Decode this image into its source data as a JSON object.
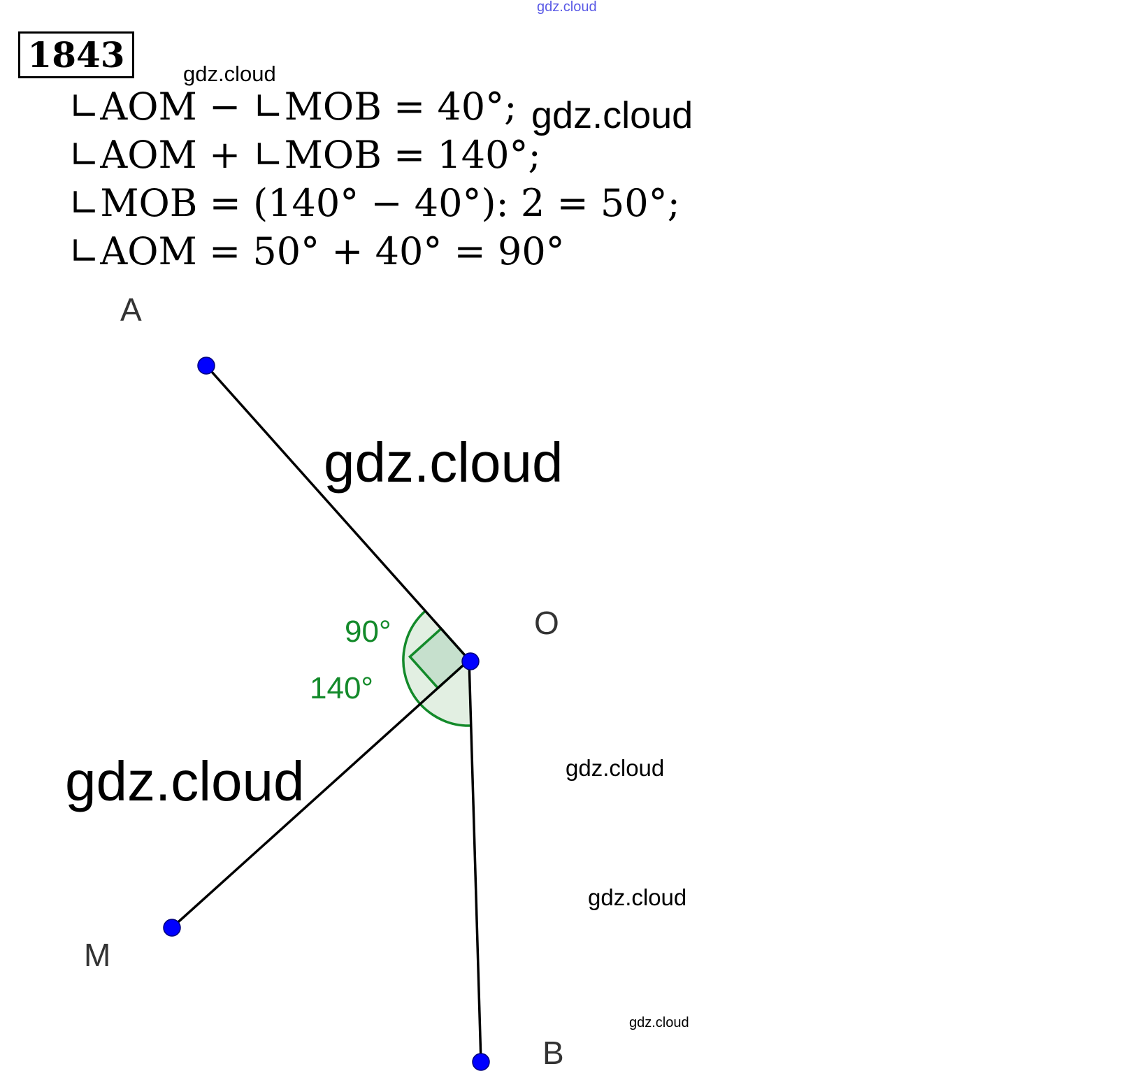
{
  "problem_number": "1843",
  "equations": [
    "∟AOM − ∟MOB = 40°;",
    "∟AOM + ∟MOB = 140°;",
    "∟MOB = (140° − 40°): 2 = 50°;",
    "∟AOM = 50° + 40° = 90°"
  ],
  "diagram": {
    "points": {
      "A": "A",
      "O": "O",
      "M": "M",
      "B": "B"
    },
    "angle_labels": {
      "AOM": "90°",
      "AOB": "140°"
    },
    "colors": {
      "point": "#0000ff",
      "angle": "#138a2a",
      "angle_fill": "#e2efe2",
      "right_fill": "#c6e0cd",
      "line": "#000000"
    }
  },
  "watermarks": [
    "gdz.cloud",
    "gdz.cloud",
    "gdz.cloud",
    "gdz.cloud",
    "gdz.cloud",
    "gdz.cloud",
    "gdz.cloud",
    "gdz.cloud"
  ]
}
